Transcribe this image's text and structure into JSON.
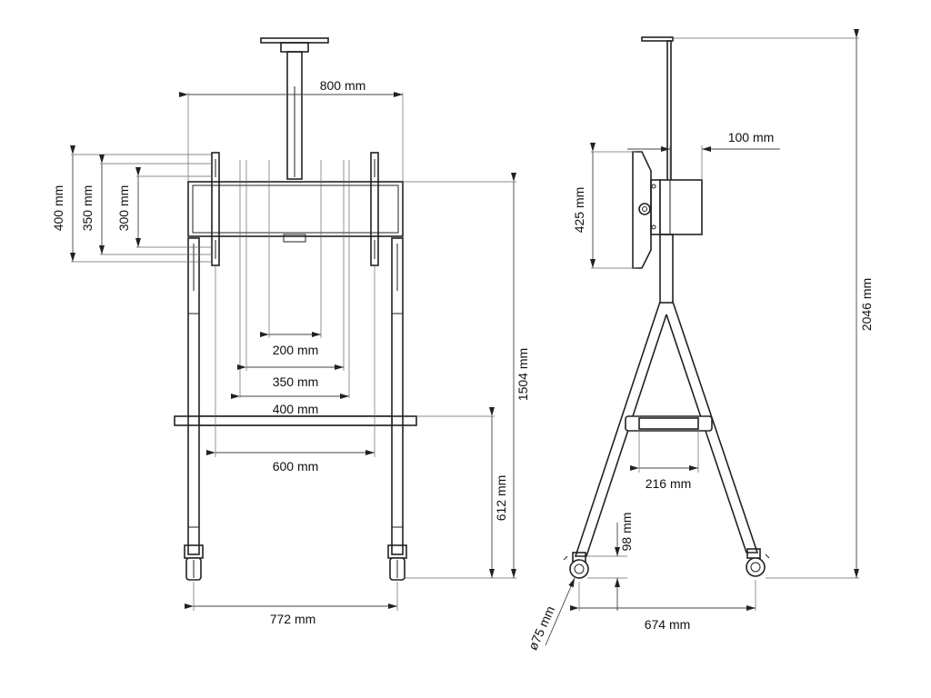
{
  "front_view": {
    "display_width": "800 mm",
    "vesa_h_200": "200 mm",
    "vesa_h_350": "350 mm",
    "vesa_h_400": "400 mm",
    "vesa_h_600": "600 mm",
    "vesa_v_400": "400 mm",
    "vesa_v_350": "350 mm",
    "vesa_v_300": "300 mm",
    "mount_height": "1504 mm",
    "shelf_height": "612 mm",
    "wheel_base": "772 mm"
  },
  "side_view": {
    "offset": "100 mm",
    "bracket_height": "425 mm",
    "total_height": "2046 mm",
    "shelf_depth": "216 mm",
    "caster_height": "98 mm",
    "base_depth": "674 mm",
    "wheel_diameter": "ø75 mm"
  }
}
